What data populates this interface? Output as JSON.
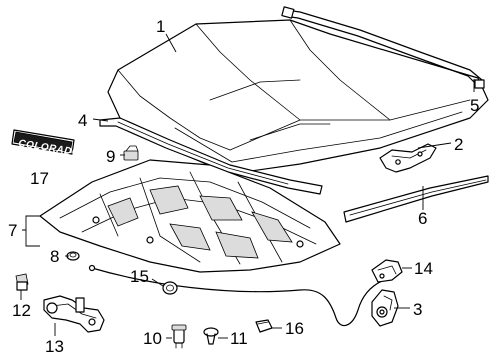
{
  "callouts": [
    {
      "id": "1",
      "text": "1"
    },
    {
      "id": "2",
      "text": "2"
    },
    {
      "id": "3",
      "text": "3"
    },
    {
      "id": "4",
      "text": "4"
    },
    {
      "id": "5",
      "text": "5"
    },
    {
      "id": "6",
      "text": "6"
    },
    {
      "id": "7",
      "text": "7"
    },
    {
      "id": "8",
      "text": "8"
    },
    {
      "id": "9",
      "text": "9"
    },
    {
      "id": "10",
      "text": "10"
    },
    {
      "id": "11",
      "text": "11"
    },
    {
      "id": "12",
      "text": "12"
    },
    {
      "id": "13",
      "text": "13"
    },
    {
      "id": "14",
      "text": "14"
    },
    {
      "id": "15",
      "text": "15"
    },
    {
      "id": "16",
      "text": "16"
    },
    {
      "id": "17",
      "text": "17"
    }
  ],
  "emblem_text": "COLORADO"
}
